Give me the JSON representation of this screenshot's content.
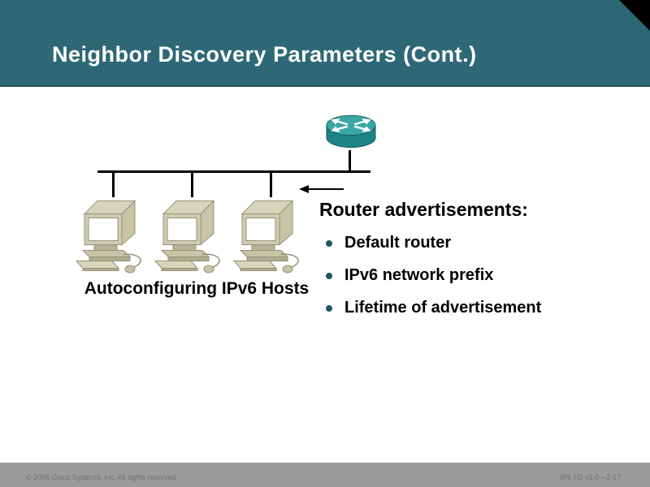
{
  "slide": {
    "title": "Neighbor Discovery Parameters (Cont.)",
    "colors": {
      "header_bg": "#2e6876",
      "header_title_text": "#ffffff",
      "corner_notch": "#000000",
      "footer_bg": "#9b9b9b",
      "footer_text": "#6f6f6f",
      "body_text": "#000000",
      "bullet_dot": "#1f5766",
      "router_top": "#3aa6a4",
      "router_side": "#1f8285",
      "pc_beige_light": "#d8d5bd",
      "pc_beige_mid": "#c7c4a8",
      "pc_beige_dark": "#aeab8f",
      "diagram_line": "#000000"
    }
  },
  "diagram": {
    "caption": "Autoconfiguring IPv6 Hosts",
    "router_icon": "cisco-router",
    "host_icon": "desktop-pc",
    "hosts_count": 3,
    "arrow_direction": "left"
  },
  "content": {
    "heading": "Router advertisements:",
    "bullets": [
      "Default router",
      "IPv6 network prefix",
      "Lifetime of advertisement"
    ]
  },
  "footer": {
    "copyright": "© 2006 Cisco Systems, Inc. All rights reserved.",
    "doc_id": "IP6 FD v2.0—2-17"
  }
}
